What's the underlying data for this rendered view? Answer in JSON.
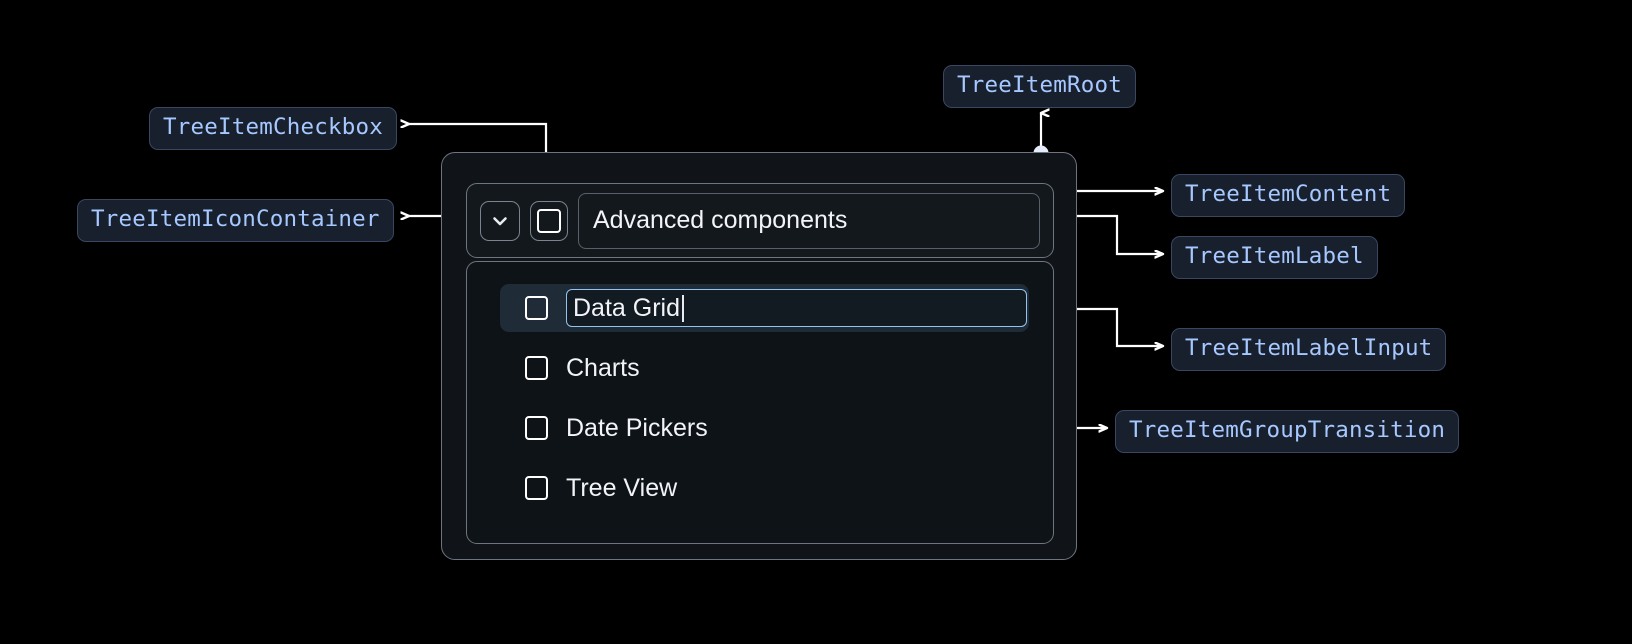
{
  "theme": {
    "background": "#000000",
    "chip_bg": "#18202e",
    "chip_border": "#3a4760",
    "chip_text": "#a6c8ff",
    "card_bg": "#101418",
    "card_border": "#6d7581",
    "selected_row_bg": "#1f2b37",
    "input_border": "#93c4f0",
    "text": "#f2f4f7",
    "wire": "#ffffff"
  },
  "annotations": [
    {
      "id": "tree-item-checkbox",
      "label": "TreeItemCheckbox"
    },
    {
      "id": "tree-item-icon-container",
      "label": "TreeItemIconContainer"
    },
    {
      "id": "tree-item-root",
      "label": "TreeItemRoot"
    },
    {
      "id": "tree-item-content",
      "label": "TreeItemContent"
    },
    {
      "id": "tree-item-label",
      "label": "TreeItemLabel"
    },
    {
      "id": "tree-item-label-input",
      "label": "TreeItemLabelInput"
    },
    {
      "id": "tree-item-group-transition",
      "label": "TreeItemGroupTransition"
    }
  ],
  "tree": {
    "root": {
      "expand_icon": "chevron-down-icon",
      "checkbox_checked": false,
      "label": "Advanced components"
    },
    "children": [
      {
        "label": "Data Grid",
        "checked": false,
        "editing": true
      },
      {
        "label": "Charts",
        "checked": false,
        "editing": false
      },
      {
        "label": "Date Pickers",
        "checked": false,
        "editing": false
      },
      {
        "label": "Tree View",
        "checked": false,
        "editing": false
      }
    ]
  }
}
